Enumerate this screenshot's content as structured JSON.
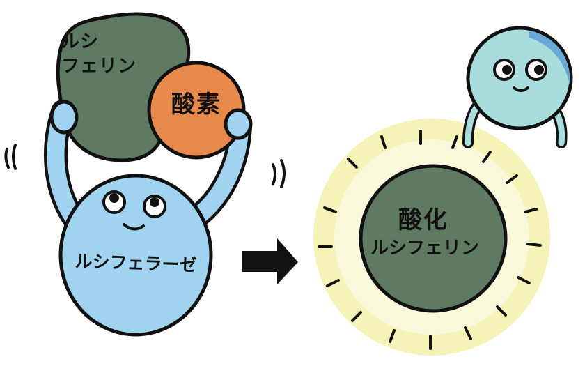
{
  "labels": {
    "luciferin": [
      "ルシ",
      "フェリン"
    ],
    "oxygen": "酸素",
    "luciferase": "ルシフェラーゼ",
    "oxidized_luciferin_line1": "酸化",
    "oxidized_luciferin_line2": "ルシフェリン"
  },
  "colors": {
    "luciferin_fill": "#5f7a62",
    "oxygen_fill": "#e8894c",
    "luciferase_fill": "#9fd3ef",
    "oxidized_luciferin_fill": "#5f7a62",
    "glow_fill": "#f4f1b0",
    "glow_inner": "#fbf9dc",
    "small_character_fill": "#a9dcdc",
    "small_character_edge": "#6aa8d8",
    "arrow_fill": "#111111",
    "outline": "#111111"
  }
}
